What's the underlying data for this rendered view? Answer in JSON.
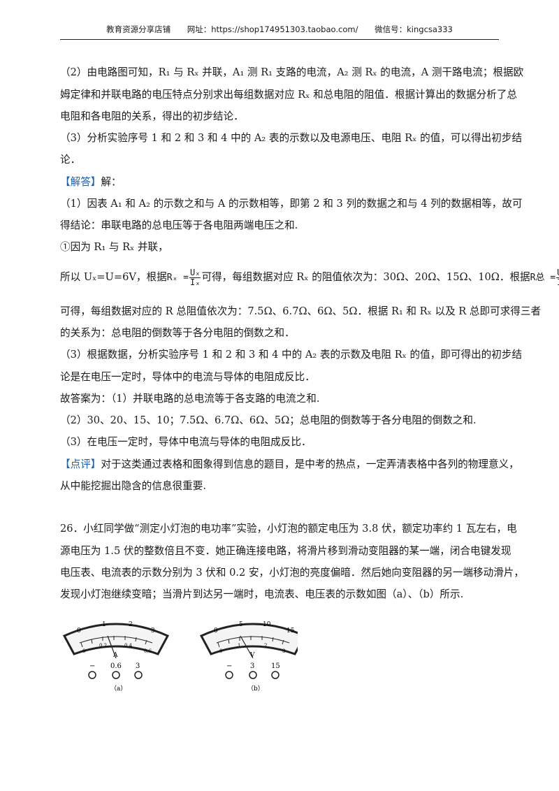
{
  "header": {
    "shop": "教育资源分享店铺",
    "url_label": "网址：https://shop174951303.taobao.com/",
    "wechat": "微信号：kingcsa333"
  },
  "lines": [
    {
      "text": "（2）由电路图可知，R₁ 与 Rₓ 并联，A₁ 测 R₁ 支路的电流，A₂ 测 Rₓ 的电流，A 测干路电流；根据欧"
    },
    {
      "text": "姆定律和并联电路的电压特点分别求出每组数据对应 Rₓ 和总电阻的阻值．根据计算出的数据分析了总"
    },
    {
      "text": "电阻和各电阻的关系，得出的初步结论．"
    },
    {
      "text": "（3）分析实验序号 1 和 2 和 3 和 4 中的 A₂ 表的示数以及电源电压、电阻 Rₓ 的值，可以得出初步结"
    },
    {
      "text": "论．"
    },
    {
      "text": "解：",
      "tag": "【解答】"
    },
    {
      "text": "（1）因表 A₁ 和 A₂ 的示数之和与 A 的示数相等，即第 2 和 3 列的数据之和与 4 列的数据相等，故可"
    },
    {
      "text": "得结论：串联电路的总电压等于各电阻两端电压之和."
    },
    {
      "text": "①因为 R₁ 与 Rₓ 并联，"
    },
    {
      "text": "所以 Uₓ=U=6V，根据"
    },
    {
      "text": "可得，每组数据对应 Rₓ 的阻值依次为：30Ω、20Ω、15Ω、10Ω．根据"
    },
    {
      "text": "可得，每组数据对应的 R 总阻值依次为：7.5Ω、6.7Ω、6Ω、5Ω．根据 R₁ 和 Rₓ 以及 R 总即可求得三者"
    },
    {
      "text": "的关系为：总电阻的倒数等于各分电阻的倒数之和．"
    },
    {
      "text": "（3）根据数据，分析实验序号 1 和 2 和 3 和 4 中的 A₂ 表的示数及电阻 Rₓ 的值，即可得出的初步结"
    },
    {
      "text": "论是在电压一定时，导体中的电流与导体的电阻成反比．"
    },
    {
      "text": "故答案为：（1）并联电路的总电流等于各支路的电流之和."
    },
    {
      "text": "（2）30、20、15、10；7.5Ω、6.7Ω、6Ω、5Ω；总电阻的倒数等于各分电阻的倒数之和."
    },
    {
      "text": "（3）在电压一定时，导体中电流与导体的电阻成反比．"
    },
    {
      "text": "对于这类通过表格和图象得到信息的题目，是中考的热点，一定弄清表格中各列的物理意义，",
      "tag": "【点评】"
    },
    {
      "text": "从中能挖掘出隐含的信息很重要."
    },
    {
      "text": "26．小红同学做“测定小灯泡的电功率”实验，小灯泡的额定电压为 3.8 伏，额定功率约 1 瓦左右，电"
    },
    {
      "text": "源电压为 1.5 伏的整数倍且不变．她正确连接电路，将滑片移到滑动变阻器的某一端，闭合电键发现"
    },
    {
      "text": "电压表、电流表的示数分别为 3 伏和 0.2 安，小灯泡的亮度偏暗．然后她向变阻器的另一端移动滑片，"
    },
    {
      "text": "发现小灯泡继续变暗；当滑片到达另一端时，电流表、电压表的示数如图（a）、（b）所示."
    }
  ],
  "formulas": {
    "rx": {
      "lhs": "Rₓ =",
      "num": "Uₓ",
      "den": "Iₓ"
    },
    "rtotal": {
      "lhs": "R总 =",
      "num": "U总",
      "den": "I总"
    }
  },
  "meter_a": {
    "top_ticks": [
      "0",
      "1",
      "2",
      "3"
    ],
    "bottom_ticks": [
      "0",
      "0.2",
      "0.4",
      "0.6"
    ],
    "unit": "A",
    "terminals": [
      "−",
      "0.6",
      "3"
    ],
    "caption": "（a）"
  },
  "meter_b": {
    "top_ticks": [
      "0",
      "5",
      "10",
      "15"
    ],
    "bottom_ticks": [
      "0",
      "1",
      "2",
      "3"
    ],
    "unit": "V",
    "terminals": [
      "−",
      "3",
      "15"
    ],
    "caption": "（b）"
  }
}
